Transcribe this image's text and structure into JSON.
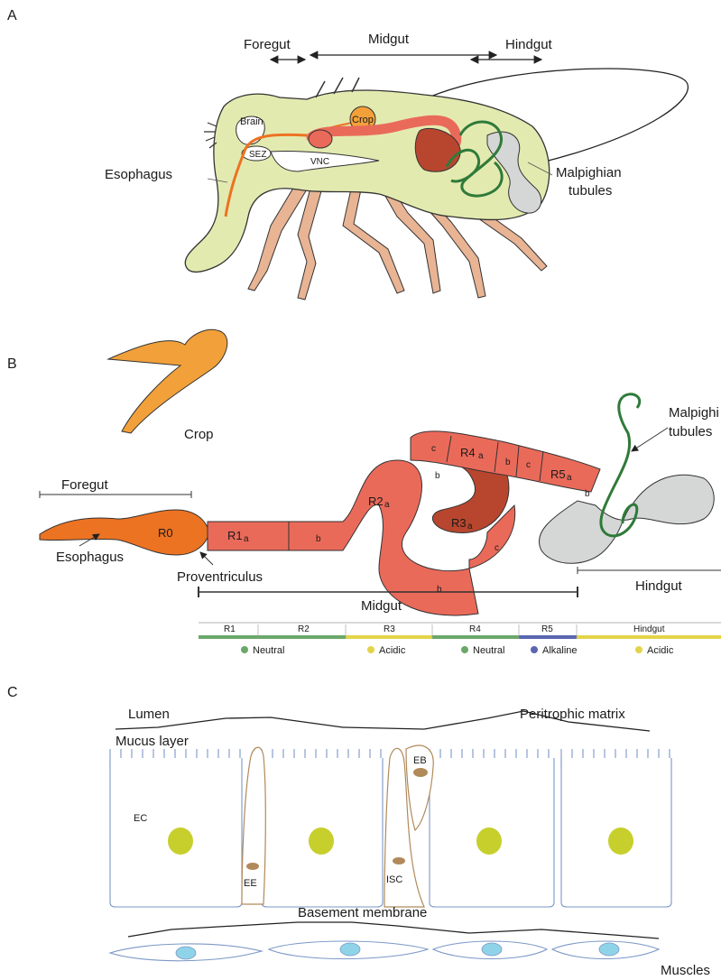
{
  "panels": {
    "a": "A",
    "b": "B",
    "c": "C"
  },
  "panel_a": {
    "foregut": "Foregut",
    "midgut": "Midgut",
    "hindgut": "Hindgut",
    "brain": "Brain",
    "crop": "Crop",
    "sez": "SEZ",
    "vnc": "VNC",
    "esophagus": "Esophagus",
    "malpighian_1": "Malpighian",
    "malpighian_2": "tubules"
  },
  "panel_b": {
    "crop": "Crop",
    "foregut": "Foregut",
    "esophagus": "Esophagus",
    "proventriculus": "Proventriculus",
    "midgut": "Midgut",
    "hindgut": "Hindgut",
    "malpighian_1": "Malpighi",
    "malpighian_2": "tubules",
    "segments": {
      "r0": "R0",
      "r1": "R1",
      "r1_sub": "a",
      "r1b": "b",
      "r2": "R2",
      "r2_sub": "a",
      "r2b": "b",
      "r3": "R3",
      "r3_sub": "a",
      "r3b": "b",
      "r3c": "c",
      "r4": "R4",
      "r4_sub": "a",
      "r4b": "b",
      "r4c": "c",
      "r5": "R5",
      "r5_sub": "a",
      "r5b": "b"
    },
    "region_bar": [
      {
        "name": "R1",
        "ph": "Neutral",
        "color": "#6aa86a"
      },
      {
        "name": "R2",
        "ph": "",
        "color": "#6aa86a"
      },
      {
        "name": "R3",
        "ph": "Acidic",
        "color": "#e3d44a"
      },
      {
        "name": "R4",
        "ph": "Neutral",
        "color": "#6aa86a"
      },
      {
        "name": "R5",
        "ph": "Alkaline",
        "color": "#5a66b0"
      },
      {
        "name": "Hindgut",
        "ph": "Acidic",
        "color": "#e3d44a"
      }
    ]
  },
  "panel_c": {
    "lumen": "Lumen",
    "peritrophic": "Peritrophic matrix",
    "mucus": "Mucus layer",
    "ec": "EC",
    "ee": "EE",
    "isc": "ISC",
    "eb": "EB",
    "basement": "Basement membrane",
    "muscles": "Muscles"
  },
  "colors": {
    "body": "#e3eab0",
    "gut": "#ea6a5a",
    "gut_dark": "#b8462e",
    "crop": "#f2a13a",
    "foregut_orange": "#ec7322",
    "hindgut_grey": "#d4d7d6",
    "tubule_green": "#2f7a3a",
    "leg": "#e8b494",
    "cell_outline": "#7b97c6",
    "nucleus": "#c7cf2c",
    "isc_outline": "#b08a5a",
    "muscle_nucleus": "#8fd3e8"
  }
}
